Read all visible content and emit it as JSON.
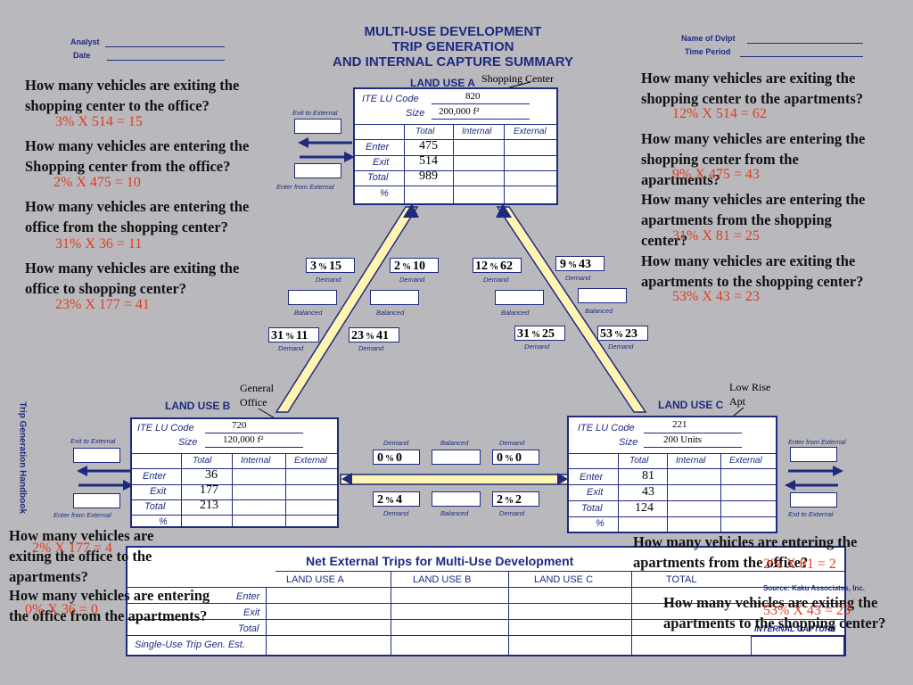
{
  "header": {
    "title_line1": "MULTI-USE DEVELOPMENT",
    "title_line2": "TRIP GENERATION",
    "title_line3": "AND INTERNAL CAPTURE SUMMARY",
    "analyst_label": "Analyst",
    "date_label": "Date",
    "name_label": "Name of Dvlpt",
    "period_label": "Time Period"
  },
  "land_use_a": {
    "heading": "LAND USE A",
    "name": "Shopping Center",
    "ite_label": "ITE LU Code",
    "ite_code": "820",
    "size_label": "Size",
    "size": "200,000 f²",
    "col_total": "Total",
    "col_internal": "Internal",
    "col_external": "External",
    "row_enter": "Enter",
    "row_exit": "Exit",
    "row_total": "Total",
    "row_pct": "%",
    "enter": "475",
    "exit": "514",
    "total": "989"
  },
  "land_use_b": {
    "heading": "LAND USE B",
    "name_line1": "General",
    "name_line2": "Office",
    "ite_label": "ITE LU Code",
    "ite_code": "720",
    "size_label": "Size",
    "size": "120,000 f²",
    "col_total": "Total",
    "col_internal": "Internal",
    "col_external": "External",
    "row_enter": "Enter",
    "row_exit": "Exit",
    "row_total": "Total",
    "row_pct": "%",
    "enter": "36",
    "exit": "177",
    "total": "213"
  },
  "land_use_c": {
    "heading": "LAND USE C",
    "name_line1": "Low Rise",
    "name_line2": "Apt",
    "ite_label": "ITE LU Code",
    "ite_code": "221",
    "size_label": "Size",
    "size": "200 Units",
    "col_total": "Total",
    "col_internal": "Internal",
    "col_external": "External",
    "row_enter": "Enter",
    "row_exit": "Exit",
    "row_total": "Total",
    "row_pct": "%",
    "enter": "81",
    "exit": "43",
    "total": "124"
  },
  "labels": {
    "exit_to_external": "Exit to External",
    "enter_from_external": "Enter from External",
    "demand": "Demand",
    "balanced": "Balanced",
    "pct_sign": "%"
  },
  "flows": {
    "ab_top_left": {
      "pct": "3",
      "val": "15"
    },
    "ab_top_right": {
      "pct": "2",
      "val": "10"
    },
    "ab_bot_left": {
      "pct": "31",
      "val": "11"
    },
    "ab_bot_right": {
      "pct": "23",
      "val": "41"
    },
    "ac_top_left": {
      "pct": "12",
      "val": "62"
    },
    "ac_top_right": {
      "pct": "9",
      "val": "43"
    },
    "ac_bot_left": {
      "pct": "31",
      "val": "25"
    },
    "ac_bot_right": {
      "pct": "53",
      "val": "23"
    },
    "bc_top_left": {
      "pct": "0",
      "val": "0"
    },
    "bc_top_right": {
      "pct": "0",
      "val": "0"
    },
    "bc_bot_left": {
      "pct": "2",
      "val": "4"
    },
    "bc_bot_right": {
      "pct": "2",
      "val": "2"
    }
  },
  "questions": {
    "q1": "How many vehicles are exiting the shopping center to the office?",
    "a1": "3% X 514 = 15",
    "q2": "How many vehicles are entering the Shopping center from the office?",
    "a2": "2% X 475 = 10",
    "q3": "How many vehicles are entering the office from the shopping center?",
    "a3": "31% X 36 = 11",
    "q4": "How many vehicles are exiting the office to shopping center?",
    "a4": "23% X 177 = 41",
    "q5": "How many vehicles are exiting the shopping center to the apartments?",
    "a5": "12% X 514 = 62",
    "q6": "How many vehicles are entering the shopping center from the apartments?",
    "a6": "9% X 475 = 43",
    "q7": "How many vehicles are entering the apartments from the shopping center?",
    "a7": "31% X 81 = 25",
    "q8": "How many vehicles are exiting the apartments to the shopping center?",
    "a8": "53% X 43 = 23",
    "q9": "How many vehicles are exiting the office to the apartments?",
    "a9": "2% X 177 = 4",
    "q10": "How many vehicles are entering the office from the apartments?",
    "a10": "0% X 36 = 0",
    "q11": "How many vehicles are entering the apartments from the office?",
    "a11": "2% X 81 = 2",
    "q12": "How many vehicles are exiting the apartments to the shopping center?",
    "a12": "53% X 43 = 23"
  },
  "net_table": {
    "title": "Net External Trips for Multi-Use Development",
    "col_a": "LAND USE A",
    "col_b": "LAND USE B",
    "col_c": "LAND USE C",
    "col_total": "TOTAL",
    "row_enter": "Enter",
    "row_exit": "Exit",
    "row_total": "Total",
    "row_single": "Single-Use Trip Gen. Est."
  },
  "footer": {
    "source": "Source: Kaku Associates, Inc.",
    "internal_capture": "INTERNAL CAPTURE",
    "side_text": "Trip Generation Handbook"
  }
}
